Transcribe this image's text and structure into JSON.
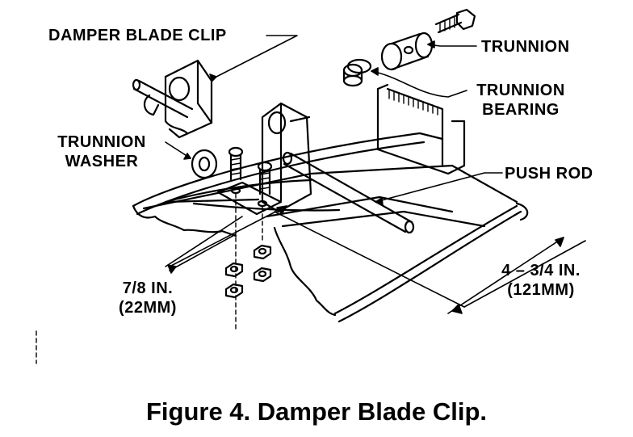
{
  "figure": {
    "caption": "Figure 4.  Damper Blade Clip.",
    "labels": {
      "damper_blade_clip": "DAMPER BLADE CLIP",
      "trunnion": "TRUNNION",
      "trunnion_bearing_line1": "TRUNNION",
      "trunnion_bearing_line2": "BEARING",
      "trunnion_washer_line1": "TRUNNION",
      "trunnion_washer_line2": "WASHER",
      "push_rod": "PUSH ROD",
      "dim_left_line1": "7/8 IN.",
      "dim_left_line2": "(22MM)",
      "dim_right_line1": "4 – 3/4 IN.",
      "dim_right_line2": "(121MM)"
    }
  }
}
